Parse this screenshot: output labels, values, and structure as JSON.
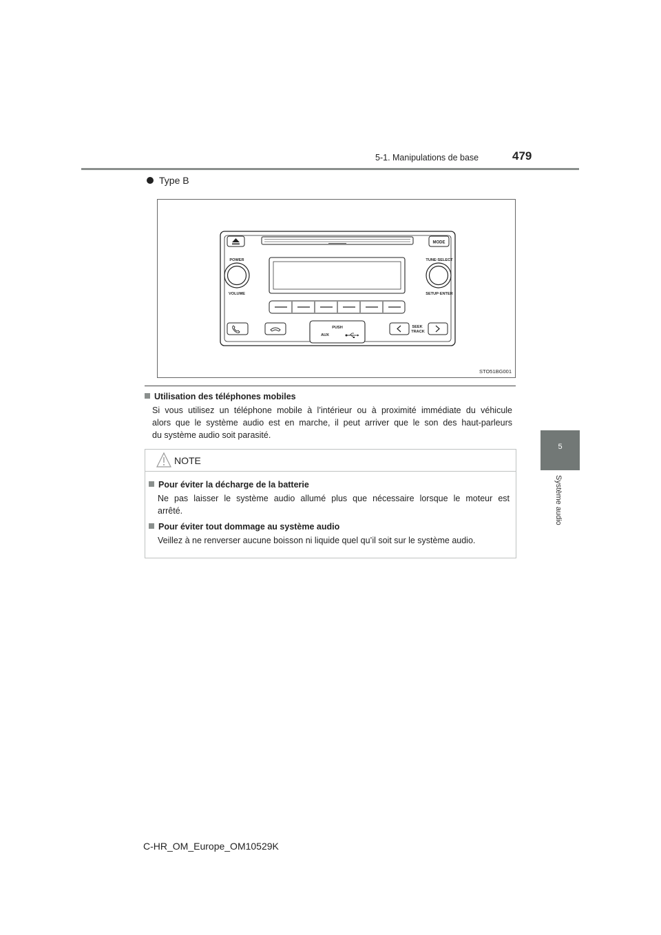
{
  "header": {
    "section": "5-1. Manipulations de base",
    "page_number": "479"
  },
  "side_tab": {
    "number": "5",
    "label": "Système audio"
  },
  "type_label": "Type B",
  "figure": {
    "code": "STO51BG001",
    "labels": {
      "power": "POWER",
      "volume": "VOLUME",
      "mode": "MODE",
      "tune_select": "TUNE·SELECT",
      "setup_enter": "SETUP·ENTER",
      "push": "PUSH",
      "aux": "AUX",
      "seek": "SEEK",
      "track": "TRACK"
    }
  },
  "section1": {
    "heading": "Utilisation des téléphones mobiles",
    "lines": [
      "Si vous utilisez un téléphone mobile à l’intérieur ou à proximité immédiate du véhicule",
      "alors que le système audio est en marche, il peut arriver que le son des haut-parleurs",
      "du système audio soit parasité."
    ]
  },
  "note": {
    "title": "NOTE",
    "items": [
      {
        "heading": "Pour éviter la décharge de la batterie",
        "lines": [
          "Ne pas laisser le système audio allumé plus que nécessaire lorsque le moteur est",
          "arrêté."
        ]
      },
      {
        "heading": "Pour éviter tout dommage au système audio",
        "lines": [
          "Veillez à ne renverser aucune boisson ni liquide quel qu’il soit sur le système audio."
        ]
      }
    ]
  },
  "footer": "C-HR_OM_Europe_OM10529K"
}
